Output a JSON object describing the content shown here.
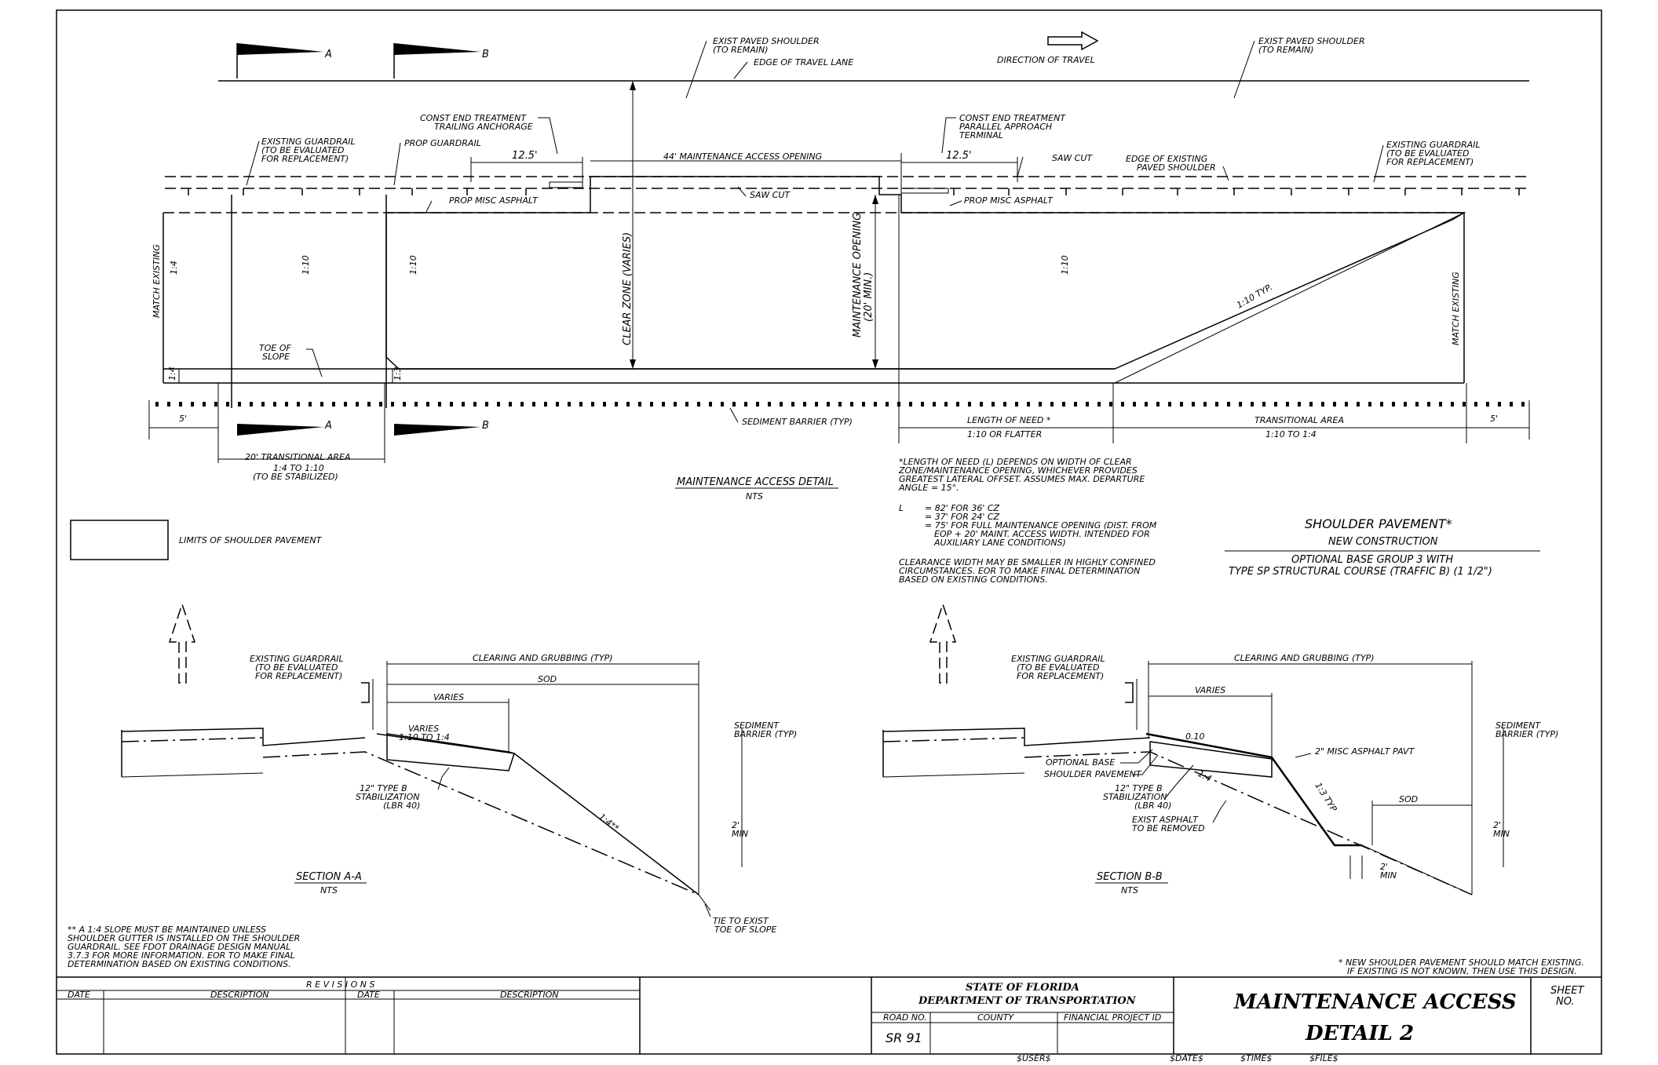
{
  "plan": {
    "section_a_marker": "A",
    "section_b_marker": "B",
    "exist_paved_shoulder_left": "EXIST PAVED SHOULDER",
    "exist_paved_shoulder_left_2": "(TO REMAIN)",
    "edge_of_travel_lane": "EDGE OF TRAVEL LANE",
    "direction_of_travel": "DIRECTION OF TRAVEL",
    "exist_paved_shoulder_right": "EXIST PAVED SHOULDER",
    "exist_paved_shoulder_right_2": "(TO REMAIN)",
    "existing_guardrail_l1": "EXISTING GUARDRAIL",
    "existing_guardrail_l2": "(TO BE EVALUATED",
    "existing_guardrail_l3": "FOR REPLACEMENT)",
    "prop_guardrail": "PROP GUARDRAIL",
    "const_end_trailing_1": "CONST END TREATMENT",
    "const_end_trailing_2": "TRAILING ANCHORAGE",
    "dim_12_5_left": "12.5'",
    "maintenance_opening_44": "44' MAINTENANCE ACCESS OPENING",
    "const_end_parallel_1": "CONST END TREATMENT",
    "const_end_parallel_2": "PARALLEL APPROACH",
    "const_end_parallel_3": "TERMINAL",
    "dim_12_5_right": "12.5'",
    "saw_cut_top": "SAW CUT",
    "edge_existing_paved_1": "EDGE OF EXISTING",
    "edge_existing_paved_2": "PAVED SHOULDER",
    "existing_guardrail_r1": "EXISTING GUARDRAIL",
    "existing_guardrail_r2": "(TO BE EVALUATED",
    "existing_guardrail_r3": "FOR REPLACEMENT)",
    "prop_misc_asphalt_left": "PROP MISC ASPHALT",
    "saw_cut_mid": "SAW CUT",
    "prop_misc_asphalt_right": "PROP MISC ASPHALT",
    "match_existing_left": "MATCH EXISTING",
    "slope_1_4_top": "1:4",
    "slope_1_10_a": "1:10",
    "slope_1_10_b": "1:10",
    "clear_zone": "CLEAR ZONE (VARIES)",
    "maintenance_opening_1": "MAINTENANCE OPENING",
    "maintenance_opening_2": "(20' MIN.)",
    "slope_1_10_c": "1:10",
    "slope_1_10_typ": "1:10 TYP.",
    "match_existing_right": "MATCH EXISTING",
    "toe_of_slope_1": "TOE OF",
    "toe_of_slope_2": "SLOPE",
    "slope_1_4_bottom": "1:4",
    "slope_1_3_bottom": "1:3",
    "sediment_barrier_typ": "SEDIMENT BARRIER (TYP)",
    "dim_5_left": "5'",
    "transitional_20": "20' TRANSITIONAL AREA",
    "transitional_20_b": "1:4 TO 1:10",
    "transitional_20_c": "(TO BE STABILIZED)",
    "length_of_need": "LENGTH OF NEED *",
    "length_of_need_b": "1:10 OR FLATTER",
    "transitional_area": "TRANSITIONAL AREA",
    "transitional_area_b": "1:10 TO 1:4",
    "dim_5_right": "5'",
    "detail_title": "MAINTENANCE ACCESS DETAIL",
    "detail_nts": "NTS"
  },
  "legend": {
    "limits_label": "LIMITS OF SHOULDER PAVEMENT"
  },
  "notes": {
    "lon_1": "*LENGTH OF NEED (L) DEPENDS ON WIDTH OF CLEAR",
    "lon_2": "ZONE/MAINTENANCE OPENING, WHICHEVER PROVIDES",
    "lon_3": "GREATEST LATERAL OFFSET. ASSUMES MAX. DEPARTURE",
    "lon_4": "ANGLE = 15°.",
    "l_label": "L",
    "l_1": "= 82' FOR 36' CZ",
    "l_2": "= 37' FOR 24' CZ",
    "l_3": "= 75' FOR FULL MAINTENANCE OPENING (DIST. FROM",
    "l_4": "EOP + 20' MAINT. ACCESS WIDTH. INTENDED FOR",
    "l_5": "AUXILIARY LANE CONDITIONS)",
    "cw_1": "CLEARANCE WIDTH MAY BE SMALLER IN HIGHLY CONFINED",
    "cw_2": "CIRCUMSTANCES. EOR TO MAKE FINAL DETERMINATION",
    "cw_3": "BASED ON EXISTING CONDITIONS.",
    "sp_title": "SHOULDER PAVEMENT*",
    "sp_sub": "NEW CONSTRUCTION",
    "sp_1": "OPTIONAL BASE GROUP 3 WITH",
    "sp_2": "TYPE SP STRUCTURAL COURSE (TRAFFIC B) (1 1/2\")",
    "slope_note_1": "** A 1:4 SLOPE MUST BE MAINTAINED UNLESS",
    "slope_note_2": "SHOULDER GUTTER IS INSTALLED ON THE SHOULDER",
    "slope_note_3": "GUARDRAIL. SEE FDOT DRAINAGE DESIGN MANUAL",
    "slope_note_4": "3.7.3 FOR MORE INFORMATION. EOR TO MAKE FINAL",
    "slope_note_5": "DETERMINATION BASED ON EXISTING CONDITIONS.",
    "new_sp_1": "* NEW SHOULDER PAVEMENT SHOULD MATCH EXISTING.",
    "new_sp_2": "IF EXISTING IS NOT KNOWN, THEN USE THIS DESIGN."
  },
  "section_a": {
    "existing_guardrail_1": "EXISTING GUARDRAIL",
    "existing_guardrail_2": "(TO BE EVALUATED",
    "existing_guardrail_3": "FOR REPLACEMENT)",
    "clearing": "CLEARING AND GRUBBING (TYP)",
    "sod": "SOD",
    "varies": "VARIES",
    "varies_2": "VARIES",
    "varies_3": "1:10 TO 1:4",
    "stab_1": "12\" TYPE B",
    "stab_2": "STABILIZATION",
    "stab_3": "(LBR 40)",
    "slope_14": "1:4**",
    "sediment_1": "SEDIMENT",
    "sediment_2": "BARRIER (TYP)",
    "two_min_1": "2'",
    "two_min_2": "MIN",
    "tie_1": "TIE TO EXIST",
    "tie_2": "TOE OF SLOPE",
    "title": "SECTION A-A",
    "nts": "NTS"
  },
  "section_b": {
    "existing_guardrail_1": "EXISTING GUARDRAIL",
    "existing_guardrail_2": "(TO BE EVALUATED",
    "existing_guardrail_3": "FOR REPLACEMENT)",
    "clearing": "CLEARING AND GRUBBING (TYP)",
    "varies": "VARIES",
    "slope_010": "0.10",
    "optional_base": "OPTIONAL BASE",
    "shoulder_pavement": "SHOULDER PAVEMENT",
    "slope_14": "1:4",
    "stab_1": "12\" TYPE B",
    "stab_2": "STABILIZATION",
    "stab_3": "(LBR 40)",
    "exist_asphalt_1": "EXIST ASPHALT",
    "exist_asphalt_2": "TO BE REMOVED",
    "misc_asphalt": "2\" MISC ASPHALT PAVT",
    "slope_13": "1:3 TYP",
    "sod": "SOD",
    "sediment_1": "SEDIMENT",
    "sediment_2": "BARRIER (TYP)",
    "two_min_1": "2'",
    "two_min_2": "MIN",
    "two_min_b1": "2'",
    "two_min_b2": "MIN",
    "title": "SECTION B-B",
    "nts": "NTS"
  },
  "title_block": {
    "revisions": "R E V I S I O N S",
    "date_1": "DATE",
    "desc_1": "DESCRIPTION",
    "date_2": "DATE",
    "desc_2": "DESCRIPTION",
    "state": "STATE OF FLORIDA",
    "dept": "DEPARTMENT OF TRANSPORTATION",
    "road_no": "ROAD NO.",
    "county": "COUNTY",
    "fin_project": "FINANCIAL PROJECT ID",
    "road_value": "SR 91",
    "title_1": "MAINTENANCE ACCESS",
    "title_2": "DETAIL 2",
    "sheet_1": "SHEET",
    "sheet_2": "NO.",
    "user": "$USER$",
    "date": "$DATE$",
    "time": "$TIME$",
    "file": "$FILE$"
  }
}
